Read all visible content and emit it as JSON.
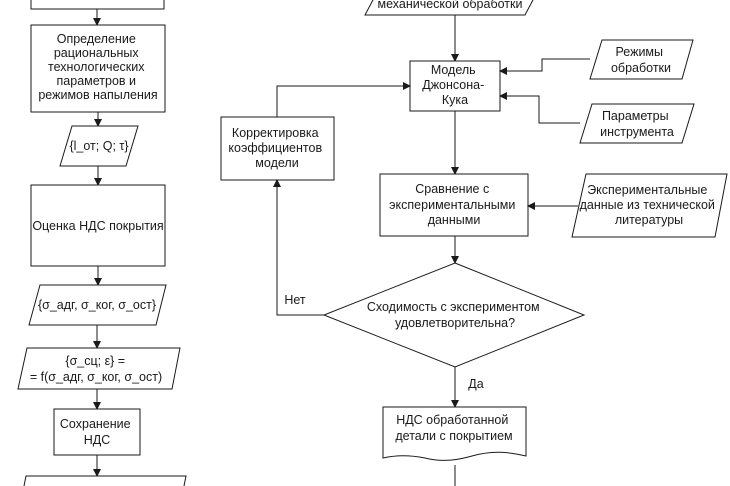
{
  "left_column": {
    "block_params": [
      "Определение",
      "рациональных",
      "технологических",
      "параметров и",
      "режимов напыления"
    ],
    "data_1": "{l_от; Q; τ}",
    "block_nds": "Оценка НДС покрытия",
    "data_2": "{σ_адг, σ_ког, σ_ост}",
    "data_3": [
      "{σ_сц; ε} =",
      "= f(σ_адг, σ_ког, σ_ост)"
    ],
    "block_save": [
      "Сохранение",
      "НДС"
    ]
  },
  "right_column": {
    "top_input": "механической обработки",
    "model": [
      "Модель",
      "Джонсона-",
      "Кука"
    ],
    "modes": [
      "Режимы",
      "обработки"
    ],
    "tool_params": [
      "Параметры",
      "инструмента"
    ],
    "correction": [
      "Корректировка",
      "коэффициентов",
      "модели"
    ],
    "comparison": [
      "Сравнение с",
      "экспериментальными",
      "данными"
    ],
    "exp_data": [
      "Экспериментальные",
      "данные из технической",
      "литературы"
    ],
    "decision": [
      "Сходимость с экспериментом",
      "удовлетворительна?"
    ],
    "no_label": "Нет",
    "yes_label": "Да",
    "result": [
      "НДС обработанной",
      "детали с покрытием"
    ]
  }
}
